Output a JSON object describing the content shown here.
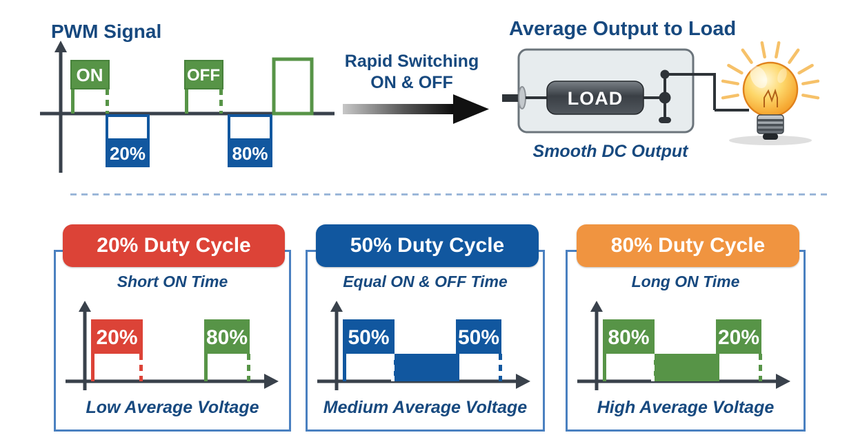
{
  "colors": {
    "heading_text": "#17497F",
    "green": "#579447",
    "green_border": "#47813B",
    "blue": "#11579F",
    "red": "#DC4337",
    "orange": "#F09440",
    "axis": "#39414B",
    "panel_border": "#4A80C0",
    "divider": "#9BB7D9",
    "white": "#FFFFFF"
  },
  "pwm": {
    "title": "PWM Signal",
    "pulse1_label": "ON",
    "pulse2_label": "OFF",
    "duty1": "20%",
    "duty2": "80%"
  },
  "transition": {
    "line1": "Rapid Switching",
    "line2": "ON & OFF"
  },
  "output": {
    "title": "Average Output to Load",
    "load_label": "LOAD",
    "caption": "Smooth DC Output"
  },
  "panels": [
    {
      "header": "20% Duty Cycle",
      "subtitle": "Short ON Time",
      "pulse1_pct": "20%",
      "pulse2_pct": "80%",
      "caption": "Low Average Voltage",
      "header_color": "#DC4337",
      "pulse1_color": "#DC4337",
      "pulse2_color": "#579447",
      "mid_block_color": "none",
      "pulse1_dash_color": "#DC4337"
    },
    {
      "header": "50% Duty Cycle",
      "subtitle": "Equal ON & OFF Time",
      "pulse1_pct": "50%",
      "pulse2_pct": "50%",
      "caption": "Medium Average Voltage",
      "header_color": "#11579F",
      "pulse1_color": "#11579F",
      "pulse2_color": "#11579F",
      "mid_block_color": "#11579F",
      "pulse1_dash_color": "#FFFFFF"
    },
    {
      "header": "80% Duty Cycle",
      "subtitle": "Long ON Time",
      "pulse1_pct": "80%",
      "pulse2_pct": "20%",
      "caption": "High Average Voltage",
      "header_color": "#F09440",
      "pulse1_color": "#579447",
      "pulse2_color": "#579447",
      "mid_block_color": "#579447",
      "pulse1_dash_color": "#FFFFFF"
    }
  ]
}
